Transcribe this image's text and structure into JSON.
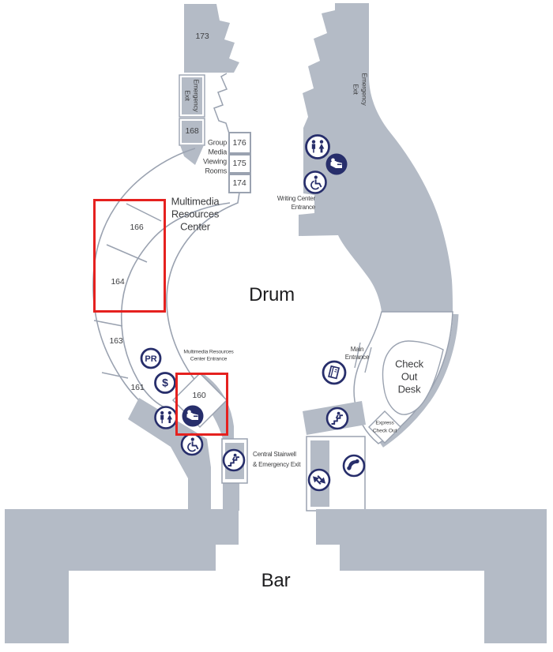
{
  "colors": {
    "area_gray": "#b4bbc6",
    "outline_gray": "#9aa2b0",
    "icon_navy": "#272e6b",
    "highlight_red": "#e5211f",
    "label_text": "#3b3c3e"
  },
  "rooms": {
    "r173": "173",
    "r168": "168",
    "r166": "166",
    "r164": "164",
    "r163": "163",
    "r161": "161",
    "r160": "160",
    "r176": "176",
    "r175": "175",
    "r174": "174"
  },
  "labels": {
    "drum": "Drum",
    "bar": "Bar",
    "multimedia_center": [
      "Multimedia",
      "Resources",
      "Center"
    ],
    "group_media": [
      "Group",
      "Media",
      "Viewing",
      "Rooms"
    ],
    "mrc_entrance": [
      "Multimedia Resources",
      "Center Entrance"
    ],
    "writing_center": [
      "Writing Center",
      "Entrance"
    ],
    "main_entrance": [
      "Main",
      "Entrance"
    ],
    "check_out_desk": [
      "Check",
      "Out",
      "Desk"
    ],
    "express_check_out": [
      "Express",
      "Check Out"
    ],
    "central_stairwell": [
      "Central Stairwell",
      "& Emergency Exit"
    ],
    "emergency_exit_left": [
      "Emergency",
      "Exit"
    ],
    "emergency_exit_right": [
      "Emergency",
      "Exit"
    ]
  },
  "icon_text": {
    "pr": "PR",
    "dollar": "$"
  }
}
